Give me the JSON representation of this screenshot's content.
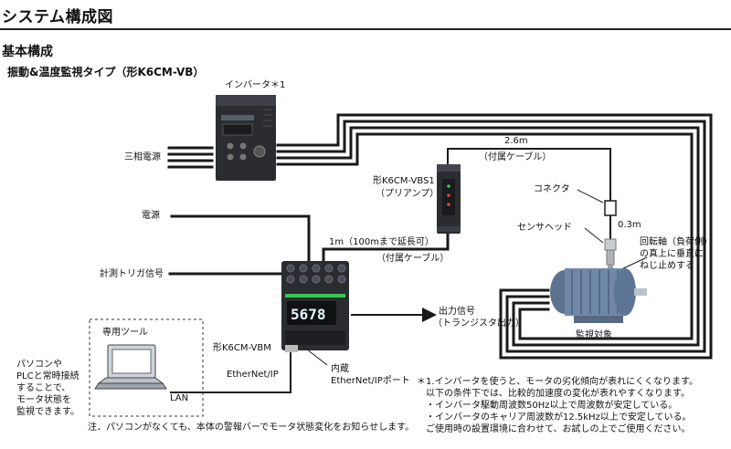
{
  "header": {
    "title": "システム構成図",
    "section": "基本構成",
    "subtitle": "振動&温度監視タイプ（形K6CM-VB）"
  },
  "diagram": {
    "inverter_label": "インバータ＊1",
    "three_phase_power": "三相電源",
    "power": "電源",
    "trigger_signal": "計測トリガ信号",
    "amp_model": "形K6CM-VBS1",
    "amp_name": "（プリアンプ）",
    "cable_long_length": "2.6m",
    "cable_long_note": "（付属ケーブル）",
    "cable_1m_length": "1m（100mまで延長可）",
    "cable_1m_note": "（付属ケーブル）",
    "connector": "コネクタ",
    "sensor_head": "センサヘッド",
    "length_03": "0.3m",
    "mount_note": "回転軸（負荷側）\nの真上に垂直に\nねじ止めする",
    "output_signal": "出力信号",
    "output_type": "（トランジスタ出力）",
    "monitor_target": "監視対象",
    "main_unit_model": "形K6CM-VBM",
    "main_unit_display": "5678",
    "dedicated_tool": "専用ツール",
    "pc_note": "パソコンや\nPLCと常時接続\nすることで、\nモータ状態を\n監視できます。",
    "ethernet": "EtherNet/IP",
    "lan": "LAN",
    "builtin_port": "内蔵\nEtherNet/IPポート"
  },
  "notes": {
    "footnote_pc": "注．パソコンがなくても、本体の警報バーでモータ状態変化をお知らせします。",
    "footnote_1": "＊1.インバータを使うと、モータの劣化傾向が表れにくくなります。\n　以下の条件下では、比較的加速度の変化が表れやすくなります。\n　・インバータ駆動周波数50Hz以上で周波数が安定している。\n　・インバータのキャリア周波数が12.5kHz以上で安定している。\n　ご使用時の設置環境に合わせて、お試しの上でご使用ください。"
  },
  "colors": {
    "line": "#1a1a1a",
    "device_dark": "#2a2c30",
    "motor_blue": "#6f88a8",
    "led_green": "#34c759",
    "led_red": "#e0443a"
  }
}
